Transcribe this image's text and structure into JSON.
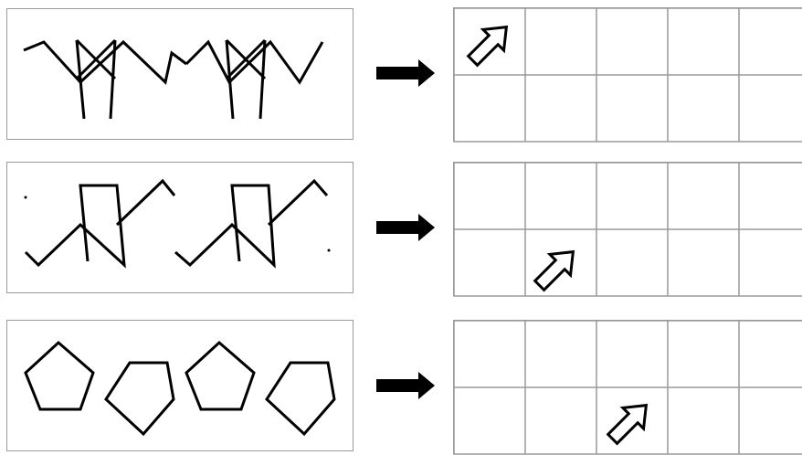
{
  "puzzle": {
    "rows": [
      {
        "id": 1,
        "pattern": "zigzag-x-figure",
        "grid": {
          "rows": 2,
          "cols": 5
        },
        "arrow": {
          "cell_row": 1,
          "cell_col": 1,
          "direction": "up-right"
        }
      },
      {
        "id": 2,
        "pattern": "zigzag-n-figure",
        "grid": {
          "rows": 2,
          "cols": 5
        },
        "arrow": {
          "cell_row": 2,
          "cell_col": 2,
          "direction": "up-right"
        }
      },
      {
        "id": 3,
        "pattern": "pentagons",
        "grid": {
          "rows": 2,
          "cols": 5
        },
        "arrow": {
          "cell_row": 2,
          "cell_col": 3,
          "direction": "up-right"
        }
      }
    ],
    "colors": {
      "stroke": "#000000",
      "border": "#9a9a9a",
      "background": "#ffffff"
    },
    "icons": [
      "right-arrow-icon",
      "hollow-arrow-icon"
    ]
  }
}
